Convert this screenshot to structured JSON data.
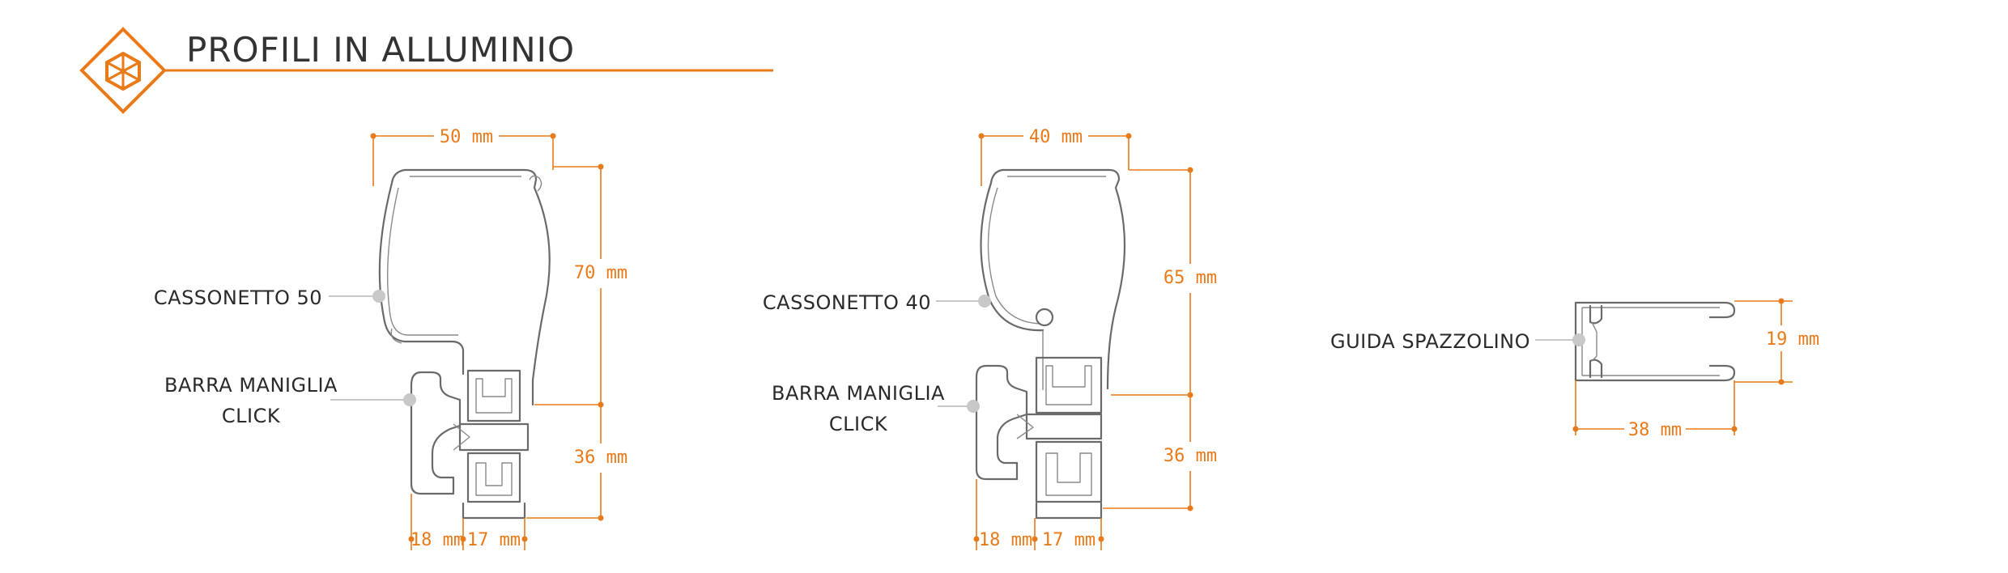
{
  "header": {
    "title": "PROFILI IN ALLUMINIO",
    "accent_color": "#e87a1a",
    "logo_icon": "cube-diamond-icon"
  },
  "profiles": [
    {
      "id": "cassonetto-50",
      "labels": {
        "cassonetto": "CASSONETTO 50",
        "barra_line1": "BARRA MANIGLIA",
        "barra_line2": "CLICK"
      },
      "dims": {
        "width": "50 mm",
        "height_box": "70 mm",
        "height_bar": "36 mm",
        "bottom_left": "18 mm",
        "bottom_right": "17 mm"
      }
    },
    {
      "id": "cassonetto-40",
      "labels": {
        "cassonetto": "CASSONETTO 40",
        "barra_line1": "BARRA MANIGLIA",
        "barra_line2": "CLICK"
      },
      "dims": {
        "width": "40 mm",
        "height_box": "65 mm",
        "height_bar": "36 mm",
        "bottom_left": "18 mm",
        "bottom_right": "17 mm"
      }
    },
    {
      "id": "guida-spazzolino",
      "labels": {
        "guida": "GUIDA SPAZZOLINO"
      },
      "dims": {
        "height": "19 mm",
        "width": "38 mm"
      }
    }
  ]
}
